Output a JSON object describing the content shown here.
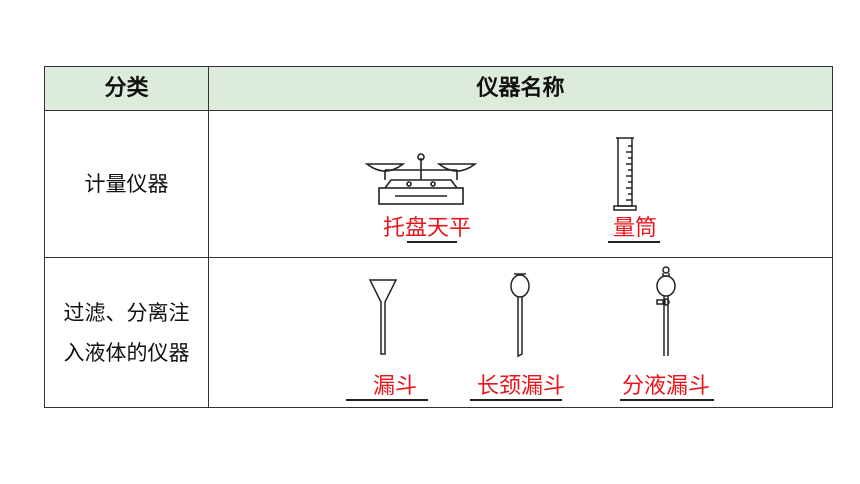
{
  "table": {
    "headers": {
      "category": "分类",
      "instrument_name": "仪器名称"
    },
    "rows": [
      {
        "category": "计量仪器",
        "items": [
          {
            "name": "托盘天平",
            "icon": "balance-scale-icon"
          },
          {
            "name": "量筒",
            "icon": "graduated-cylinder-icon"
          }
        ]
      },
      {
        "category_line1": "过滤、分离注",
        "category_line2": "入液体的仪器",
        "items": [
          {
            "name": "漏斗",
            "icon": "funnel-icon"
          },
          {
            "name": "长颈漏斗",
            "icon": "long-neck-funnel-icon"
          },
          {
            "name": "分液漏斗",
            "icon": "separatory-funnel-icon"
          }
        ]
      }
    ]
  },
  "colors": {
    "header_bg": "#dcebdc",
    "answer_text": "#e8161b",
    "border": "#333333"
  }
}
